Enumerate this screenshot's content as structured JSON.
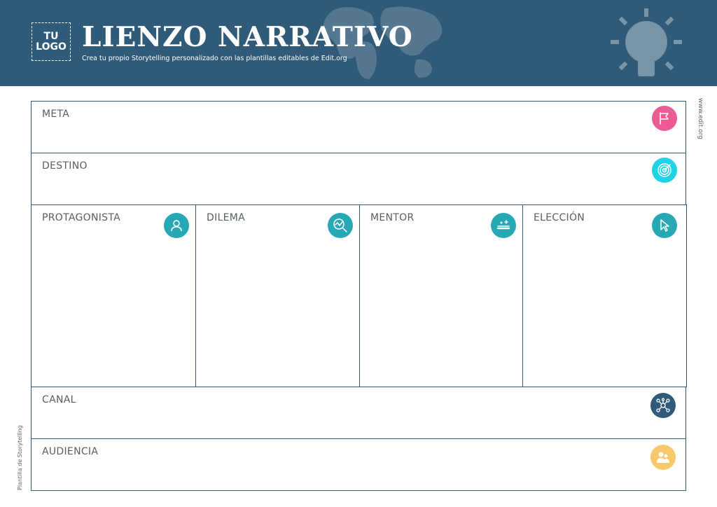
{
  "header": {
    "logo_line1": "TU",
    "logo_line2": "LOGO",
    "title": "LIENZO NARRATIVO",
    "subtitle": "Crea tu propio Storytelling personalizado con las plantillas editables de Edit.org"
  },
  "side": {
    "url": "www.edit.org",
    "template_label": "Plantilla de Storytelling"
  },
  "sections": {
    "meta": {
      "label": "META",
      "icon": "flag-icon",
      "color": "#ec5b93"
    },
    "destino": {
      "label": "DESTINO",
      "icon": "target-icon",
      "color": "#1ed3e6"
    },
    "protagonista": {
      "label": "PROTAGONISTA",
      "icon": "user-icon",
      "color": "#26a9b4"
    },
    "dilema": {
      "label": "DILEMA",
      "icon": "magnifier-chart-icon",
      "color": "#26a9b4"
    },
    "mentor": {
      "label": "MENTOR",
      "icon": "magic-wand-icon",
      "color": "#26a9b4"
    },
    "eleccion": {
      "label": "ELECCIÓN",
      "icon": "cursor-icon",
      "color": "#26a9b4"
    },
    "canal": {
      "label": "CANAL",
      "icon": "network-icon",
      "color": "#2f5a78"
    },
    "audiencia": {
      "label": "AUDIENCIA",
      "icon": "audience-icon",
      "color": "#f7c96b"
    }
  },
  "colors": {
    "header": "#2f5a78",
    "border": "#2f5a78"
  }
}
